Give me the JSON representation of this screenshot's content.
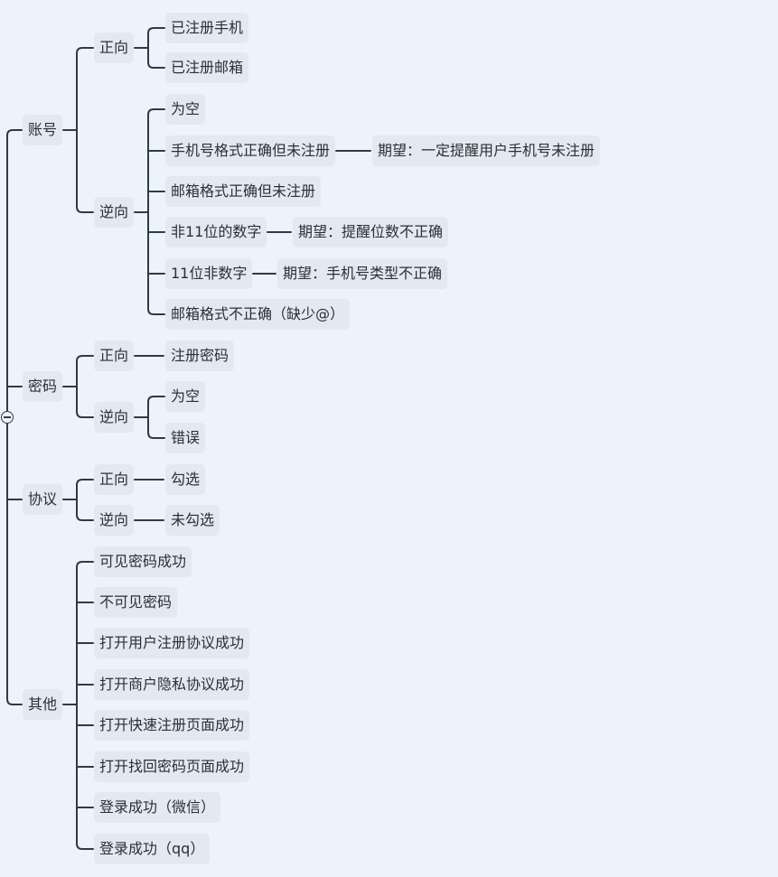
{
  "mindmap": {
    "line_color": "#2f3a4a",
    "node_color": "#e3e9f0",
    "background": "#edf3fa",
    "toggle_icon": "collapse-minus-icon",
    "nodes": {
      "n1": "账号",
      "n1_1": "正向",
      "n1_1_1": "已注册手机",
      "n1_1_2": "已注册邮箱",
      "n1_2": "逆向",
      "n1_2_1": "为空",
      "n1_2_2": "手机号格式正确但未注册",
      "n1_2_2_1": "期望：一定提醒用户手机号未注册",
      "n1_2_3": "邮箱格式正确但未注册",
      "n1_2_4": "非11位的数字",
      "n1_2_4_1": "期望：提醒位数不正确",
      "n1_2_5": "11位非数字",
      "n1_2_5_1": "期望：手机号类型不正确",
      "n1_2_6": "邮箱格式不正确（缺少@）",
      "n2": "密码",
      "n2_1": "正向",
      "n2_1_1": "注册密码",
      "n2_2": "逆向",
      "n2_2_1": "为空",
      "n2_2_2": "错误",
      "n3": "协议",
      "n3_1": "正向",
      "n3_1_1": "勾选",
      "n3_2": "逆向",
      "n3_2_1": "未勾选",
      "n4": "其他",
      "n4_1": "可见密码成功",
      "n4_2": "不可见密码",
      "n4_3": "打开用户注册协议成功",
      "n4_4": "打开商户隐私协议成功",
      "n4_5": "打开快速注册页面成功",
      "n4_6": "打开找回密码页面成功",
      "n4_7": "登录成功（微信）",
      "n4_8": "登录成功（qq）"
    }
  }
}
